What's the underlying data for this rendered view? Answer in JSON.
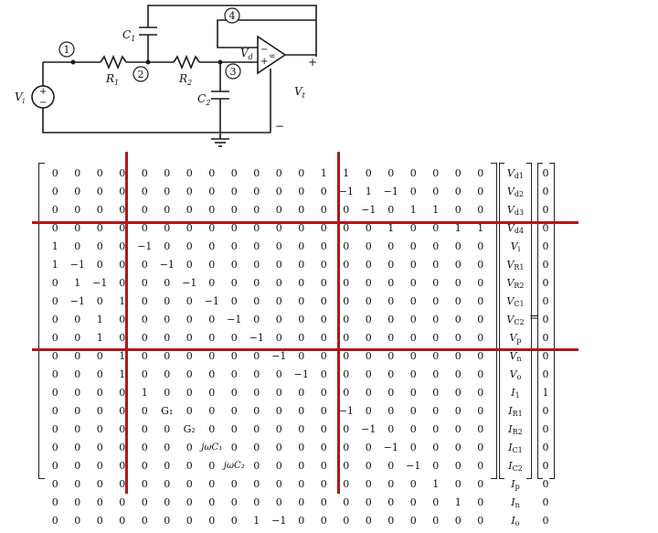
{
  "circuit": {
    "nodes": [
      {
        "id": "1",
        "label": "1"
      },
      {
        "id": "2",
        "label": "2"
      },
      {
        "id": "3",
        "label": "3"
      },
      {
        "id": "4",
        "label": "4"
      }
    ],
    "labels": {
      "c1": "C",
      "c1_sub": "1",
      "c2": "C",
      "c2_sub": "2",
      "r1": "R",
      "r1_sub": "1",
      "r2": "R",
      "r2_sub": "2",
      "vi": "V",
      "vi_sub": "i",
      "vd": "V",
      "vd_sub": "d",
      "vo": "V",
      "vo_sub": "t",
      "plus_src": "+",
      "minus_src": "−",
      "plus_out": "+",
      "minus_out": "−",
      "opamp_minus": "−",
      "opamp_plus": "+",
      "infinity": "∞"
    }
  },
  "matrix": {
    "rows": [
      [
        "0",
        "0",
        "0",
        "0",
        "0",
        "0",
        "0",
        "0",
        "0",
        "0",
        "0",
        "0",
        "1",
        "1",
        "0",
        "0",
        "0",
        "0",
        "0",
        "0"
      ],
      [
        "0",
        "0",
        "0",
        "0",
        "0",
        "0",
        "0",
        "0",
        "0",
        "0",
        "0",
        "0",
        "0",
        "−1",
        "1",
        "−1",
        "0",
        "0",
        "0",
        "0"
      ],
      [
        "0",
        "0",
        "0",
        "0",
        "0",
        "0",
        "0",
        "0",
        "0",
        "0",
        "0",
        "0",
        "0",
        "0",
        "−1",
        "0",
        "1",
        "1",
        "0",
        "0"
      ],
      [
        "0",
        "0",
        "0",
        "0",
        "0",
        "0",
        "0",
        "0",
        "0",
        "0",
        "0",
        "0",
        "0",
        "0",
        "0",
        "1",
        "0",
        "0",
        "1",
        "1"
      ],
      [
        "1",
        "0",
        "0",
        "0",
        "−1",
        "0",
        "0",
        "0",
        "0",
        "0",
        "0",
        "0",
        "0",
        "0",
        "0",
        "0",
        "0",
        "0",
        "0",
        "0"
      ],
      [
        "1",
        "−1",
        "0",
        "0",
        "0",
        "−1",
        "0",
        "0",
        "0",
        "0",
        "0",
        "0",
        "0",
        "0",
        "0",
        "0",
        "0",
        "0",
        "0",
        "0"
      ],
      [
        "0",
        "1",
        "−1",
        "0",
        "0",
        "0",
        "−1",
        "0",
        "0",
        "0",
        "0",
        "0",
        "0",
        "0",
        "0",
        "0",
        "0",
        "0",
        "0",
        "0"
      ],
      [
        "0",
        "−1",
        "0",
        "1",
        "0",
        "0",
        "0",
        "−1",
        "0",
        "0",
        "0",
        "0",
        "0",
        "0",
        "0",
        "0",
        "0",
        "0",
        "0",
        "0"
      ],
      [
        "0",
        "0",
        "1",
        "0",
        "0",
        "0",
        "0",
        "0",
        "−1",
        "0",
        "0",
        "0",
        "0",
        "0",
        "0",
        "0",
        "0",
        "0",
        "0",
        "0"
      ],
      [
        "0",
        "0",
        "1",
        "0",
        "0",
        "0",
        "0",
        "0",
        "0",
        "−1",
        "0",
        "0",
        "0",
        "0",
        "0",
        "0",
        "0",
        "0",
        "0",
        "0"
      ],
      [
        "0",
        "0",
        "0",
        "1",
        "0",
        "0",
        "0",
        "0",
        "0",
        "0",
        "−1",
        "0",
        "0",
        "0",
        "0",
        "0",
        "0",
        "0",
        "0",
        "0"
      ],
      [
        "0",
        "0",
        "0",
        "1",
        "0",
        "0",
        "0",
        "0",
        "0",
        "0",
        "0",
        "−1",
        "0",
        "0",
        "0",
        "0",
        "0",
        "0",
        "0",
        "0"
      ],
      [
        "0",
        "0",
        "0",
        "0",
        "1",
        "0",
        "0",
        "0",
        "0",
        "0",
        "0",
        "0",
        "0",
        "0",
        "0",
        "0",
        "0",
        "0",
        "0",
        "0"
      ],
      [
        "0",
        "0",
        "0",
        "0",
        "0",
        "G₁",
        "0",
        "0",
        "0",
        "0",
        "0",
        "0",
        "0",
        "−1",
        "0",
        "0",
        "0",
        "0",
        "0",
        "0"
      ],
      [
        "0",
        "0",
        "0",
        "0",
        "0",
        "0",
        "G₂",
        "0",
        "0",
        "0",
        "0",
        "0",
        "0",
        "0",
        "−1",
        "0",
        "0",
        "0",
        "0",
        "0"
      ],
      [
        "0",
        "0",
        "0",
        "0",
        "0",
        "0",
        "0",
        "jωC₁",
        "0",
        "0",
        "0",
        "0",
        "0",
        "0",
        "0",
        "−1",
        "0",
        "0",
        "0",
        "0"
      ],
      [
        "0",
        "0",
        "0",
        "0",
        "0",
        "0",
        "0",
        "0",
        "jωC₂",
        "0",
        "0",
        "0",
        "0",
        "0",
        "0",
        "0",
        "−1",
        "0",
        "0",
        "0"
      ],
      [
        "0",
        "0",
        "0",
        "0",
        "0",
        "0",
        "0",
        "0",
        "0",
        "0",
        "0",
        "0",
        "0",
        "0",
        "0",
        "0",
        "0",
        "1",
        "0",
        "0"
      ],
      [
        "0",
        "0",
        "0",
        "0",
        "0",
        "0",
        "0",
        "0",
        "0",
        "0",
        "0",
        "0",
        "0",
        "0",
        "0",
        "0",
        "0",
        "0",
        "1",
        "0"
      ],
      [
        "0",
        "0",
        "0",
        "0",
        "0",
        "0",
        "0",
        "0",
        "0",
        "1",
        "−1",
        "0",
        "0",
        "0",
        "0",
        "0",
        "0",
        "0",
        "0",
        "0"
      ]
    ],
    "unknowns": [
      {
        "base": "V",
        "sub": "d1"
      },
      {
        "base": "V",
        "sub": "d2"
      },
      {
        "base": "V",
        "sub": "d3"
      },
      {
        "base": "V",
        "sub": "d4"
      },
      {
        "base": "V",
        "sub": "i"
      },
      {
        "base": "V",
        "sub": "R1"
      },
      {
        "base": "V",
        "sub": "R2"
      },
      {
        "base": "V",
        "sub": "C1"
      },
      {
        "base": "V",
        "sub": "C2"
      },
      {
        "base": "V",
        "sub": "p"
      },
      {
        "base": "V",
        "sub": "n"
      },
      {
        "base": "V",
        "sub": "o"
      },
      {
        "base": "I",
        "sub": "1"
      },
      {
        "base": "I",
        "sub": "R1"
      },
      {
        "base": "I",
        "sub": "R2"
      },
      {
        "base": "I",
        "sub": "C1"
      },
      {
        "base": "I",
        "sub": "C2"
      },
      {
        "base": "I",
        "sub": "p"
      },
      {
        "base": "I",
        "sub": "n"
      },
      {
        "base": "I",
        "sub": "o"
      }
    ],
    "rhs": [
      "0",
      "0",
      "0",
      "0",
      "0",
      "0",
      "0",
      "0",
      "0",
      "0",
      "0",
      "0",
      "1",
      "0",
      "0",
      "0",
      "0",
      "0",
      "0",
      "0"
    ],
    "equals": "=",
    "partition_color": "#b01818"
  }
}
